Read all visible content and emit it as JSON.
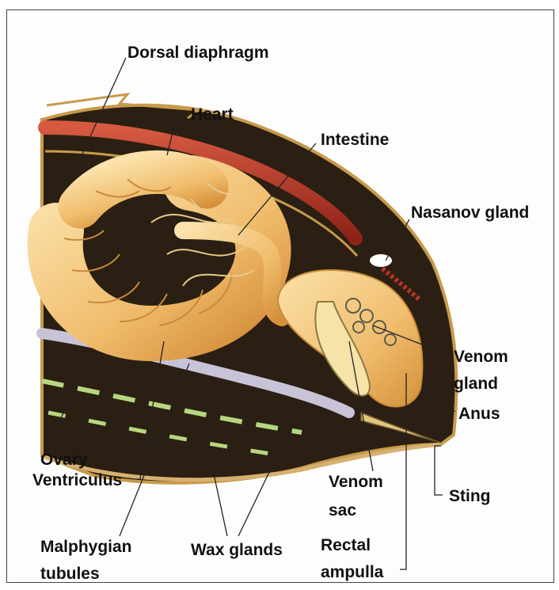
{
  "labels": {
    "dorsal_diaphragm": "Dorsal diaphragm",
    "heart": "Heart",
    "intestine": "Intestine",
    "nasanov_gland": "Nasanov gland",
    "venom_gland_1": "Venom",
    "venom_gland_2": "gland",
    "anus": "Anus",
    "sting": "Sting",
    "venom_sac_1": "Venom",
    "venom_sac_2": "sac",
    "rectal_ampulla_1": "Rectal",
    "rectal_ampulla_2": "ampulla",
    "wax_glands": "Wax glands",
    "malphygian_1": "Malphygian",
    "malphygian_2": "tubules",
    "ovary": "Ovary",
    "ventriculus": "Ventriculus"
  },
  "colors": {
    "body_dark": "#2a1f12",
    "cuticle": "#c89a4a",
    "heart": "#b8342a",
    "gut": "#f1c27a",
    "gut_shade": "#d99a45",
    "tubules": "#e9c98c",
    "ovary": "#c9c3d8",
    "wax": "#b7d77e"
  }
}
